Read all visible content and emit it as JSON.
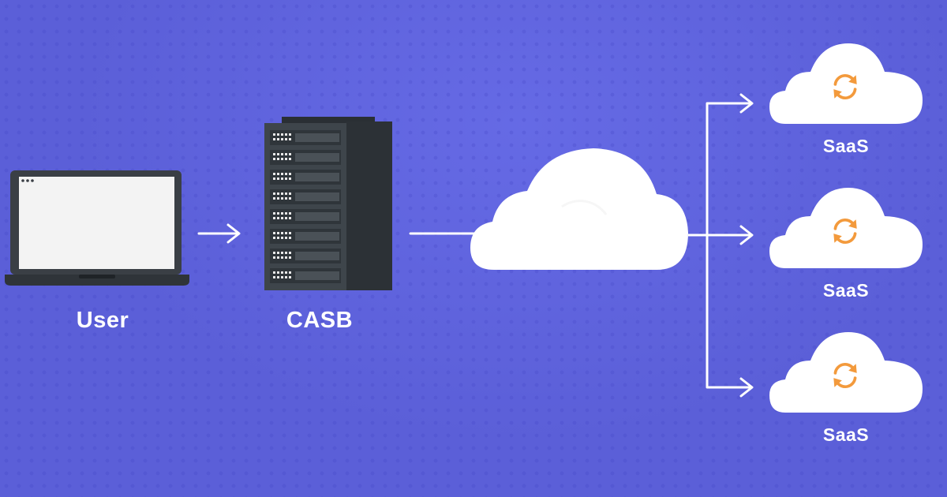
{
  "nodes": {
    "user": {
      "label": "User"
    },
    "casb": {
      "label": "CASB"
    },
    "saas": [
      {
        "label": "SaaS"
      },
      {
        "label": "SaaS"
      },
      {
        "label": "SaaS"
      }
    ]
  },
  "colors": {
    "background": "#5b5fd8",
    "white": "#ffffff",
    "server_dark": "#2c3136",
    "server_face": "#3e454b",
    "sync_orange": "#f39a3c"
  },
  "icons": [
    "laptop-icon",
    "server-rack-icon",
    "cloud-icon",
    "sync-icon",
    "arrow-right-icon"
  ]
}
